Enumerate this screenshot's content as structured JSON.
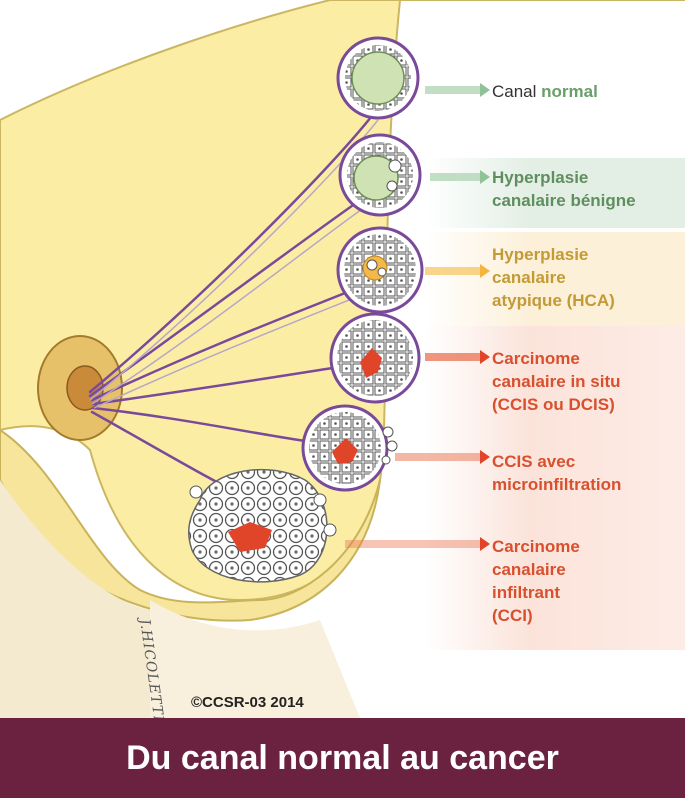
{
  "stages": [
    {
      "label_plain": "Canal ",
      "label_em": "normal",
      "color": "#6a9e6a"
    },
    {
      "label": "Hyperplasie\ncanalaire bénigne",
      "color": "#5f8e5f"
    },
    {
      "label": "Hyperplasie\ncanalaire\natypique (HCA)",
      "color": "#c39a35"
    },
    {
      "label": "Carcinome\ncanalaire in situ\n(CCIS ou DCIS)",
      "color": "#d9502f"
    },
    {
      "label": "CCIS avec\nmicroinfiltration",
      "color": "#d9502f"
    },
    {
      "label": "Carcinome\ncanalaire\ninfiltrant\n(CCI)",
      "color": "#d9502f"
    }
  ],
  "signature": "J.HICOLETTE",
  "copyright": "©CCSR-03 2014",
  "footer": {
    "title": "Du canal normal au cancer",
    "color": "#6b2140"
  },
  "colors": {
    "breast": "#fbeea0",
    "duct": "#7a4a9a",
    "tumor": "#e0452a",
    "lumen": "#cfe2b4"
  }
}
